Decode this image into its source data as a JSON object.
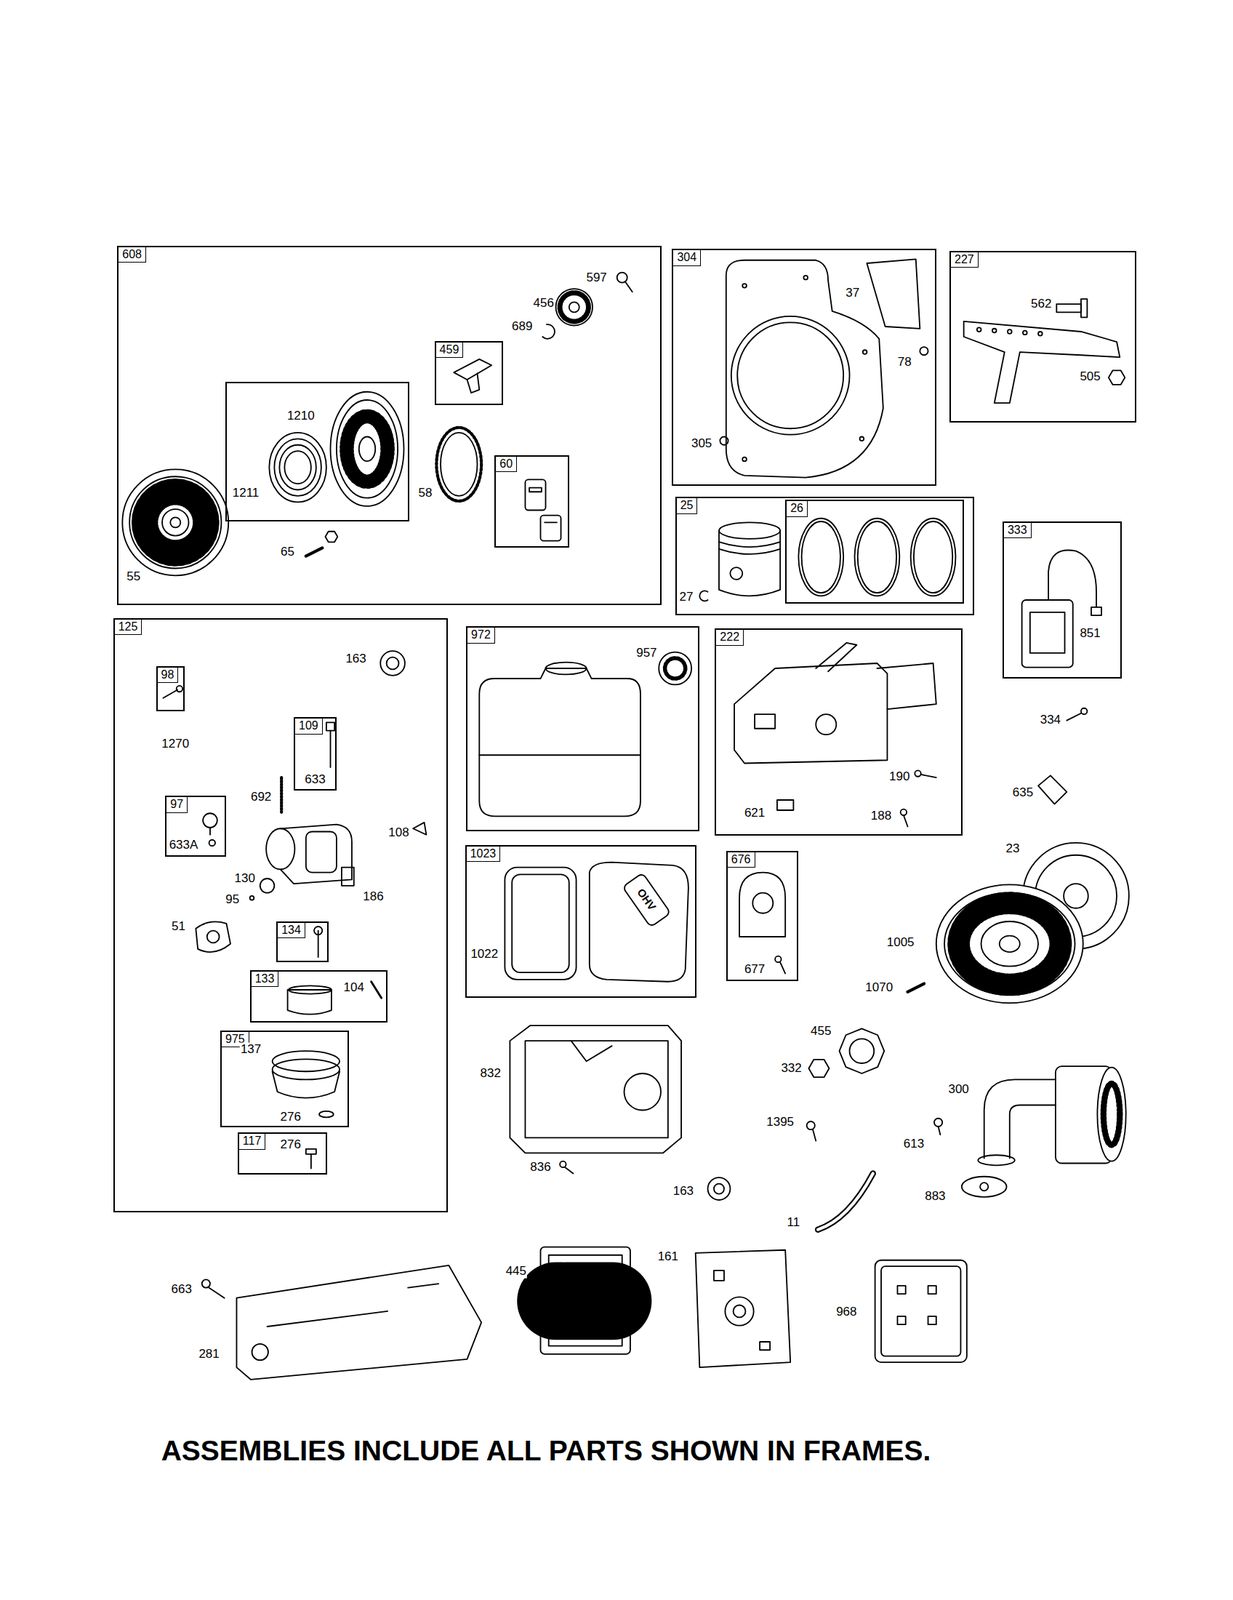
{
  "diagram": {
    "caption": "ASSEMBLIES INCLUDE ALL PARTS SHOWN IN FRAMES.",
    "nodes": [
      {
        "text": [
          "608",
          "597",
          "456",
          "689",
          "58",
          "55",
          "65"
        ]
      },
      {
        "text": [
          "459"
        ],
        "in": 0
      },
      {
        "text": [
          "1210",
          "1211"
        ],
        "in": 0
      },
      {
        "text": [
          "60"
        ],
        "in": 0
      },
      {
        "text": [
          "304",
          "37",
          "78",
          "305"
        ]
      },
      {
        "text": [
          "227",
          "562",
          "505"
        ]
      },
      {
        "text": [
          "25",
          "27"
        ]
      },
      {
        "text": [
          "26"
        ],
        "in": 6
      },
      {
        "text": [
          "125",
          "163",
          "1270",
          "692",
          "108",
          "130",
          "95",
          "186",
          "51"
        ]
      },
      {
        "text": [
          "98"
        ],
        "in": 8
      },
      {
        "text": [
          "109",
          "633"
        ],
        "in": 8
      },
      {
        "text": [
          "97",
          "633A"
        ],
        "in": 8
      },
      {
        "text": [
          "134"
        ],
        "in": 8
      },
      {
        "text": [
          "133",
          "104"
        ],
        "in": 8
      },
      {
        "text": [
          "975",
          "137",
          "276"
        ],
        "in": 8
      },
      {
        "text": [
          "117",
          "276"
        ],
        "in": 8
      },
      {
        "text": [
          "972",
          "957"
        ]
      },
      {
        "text": [
          "222",
          "621",
          "190",
          "188"
        ]
      },
      {
        "text": [
          "333",
          "851"
        ]
      },
      {
        "text": [
          "1023",
          "1022"
        ]
      },
      {
        "text": [
          "676",
          "677"
        ]
      }
    ],
    "labels": [
      "334",
      "635",
      "23",
      "1005",
      "1070",
      "455",
      "332",
      "300",
      "1395",
      "613",
      "832",
      "836",
      "163",
      "883",
      "11",
      "445",
      "161",
      "968",
      "663",
      "281",
      "OHV"
    ]
  }
}
